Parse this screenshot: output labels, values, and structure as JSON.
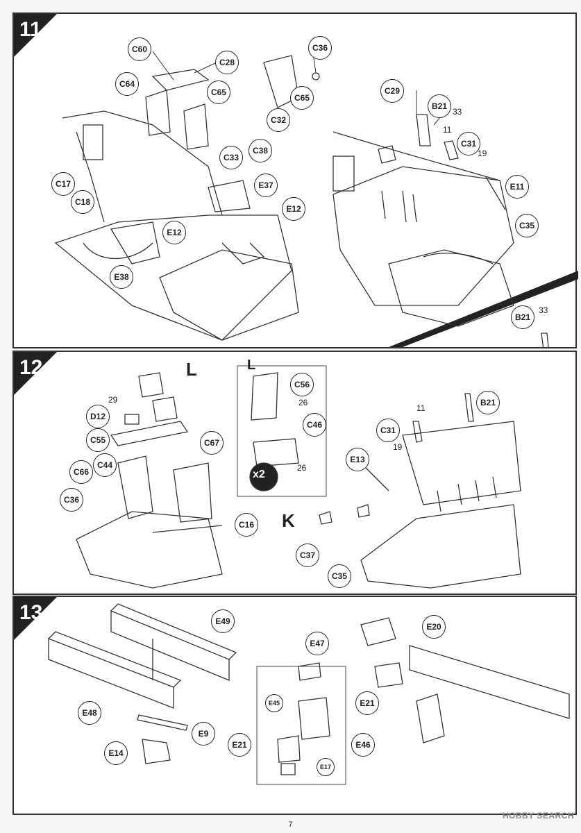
{
  "steps": [
    {
      "number": "11"
    },
    {
      "number": "12"
    },
    {
      "number": "13"
    }
  ],
  "step11": {
    "labels": [
      "C60",
      "C28",
      "C36",
      "C64",
      "C65",
      "C65",
      "C32",
      "C33",
      "C38",
      "C17",
      "E37",
      "C18",
      "E12",
      "E12",
      "E38",
      "C29",
      "B21",
      "C31",
      "E11",
      "C35",
      "B21"
    ],
    "qty": [
      "33",
      "11",
      "19",
      "33"
    ]
  },
  "step12": {
    "letter_L_main": "L",
    "letter_L_box": "L",
    "letter_K": "K",
    "multiplier": "x2",
    "labels": [
      "D12",
      "C55",
      "C67",
      "C44",
      "C66",
      "C36",
      "C16",
      "C56",
      "C46",
      "B21",
      "C31",
      "E13",
      "C37",
      "C35"
    ],
    "qty": [
      "29",
      "26",
      "26",
      "11",
      "19"
    ]
  },
  "step13": {
    "labels": [
      "E49",
      "E48",
      "E9",
      "E14",
      "E47",
      "E45",
      "E21",
      "E46",
      "E17",
      "E20",
      "E21"
    ]
  },
  "footer": {
    "page": "7",
    "watermark": "HOBBY SEARCH"
  }
}
